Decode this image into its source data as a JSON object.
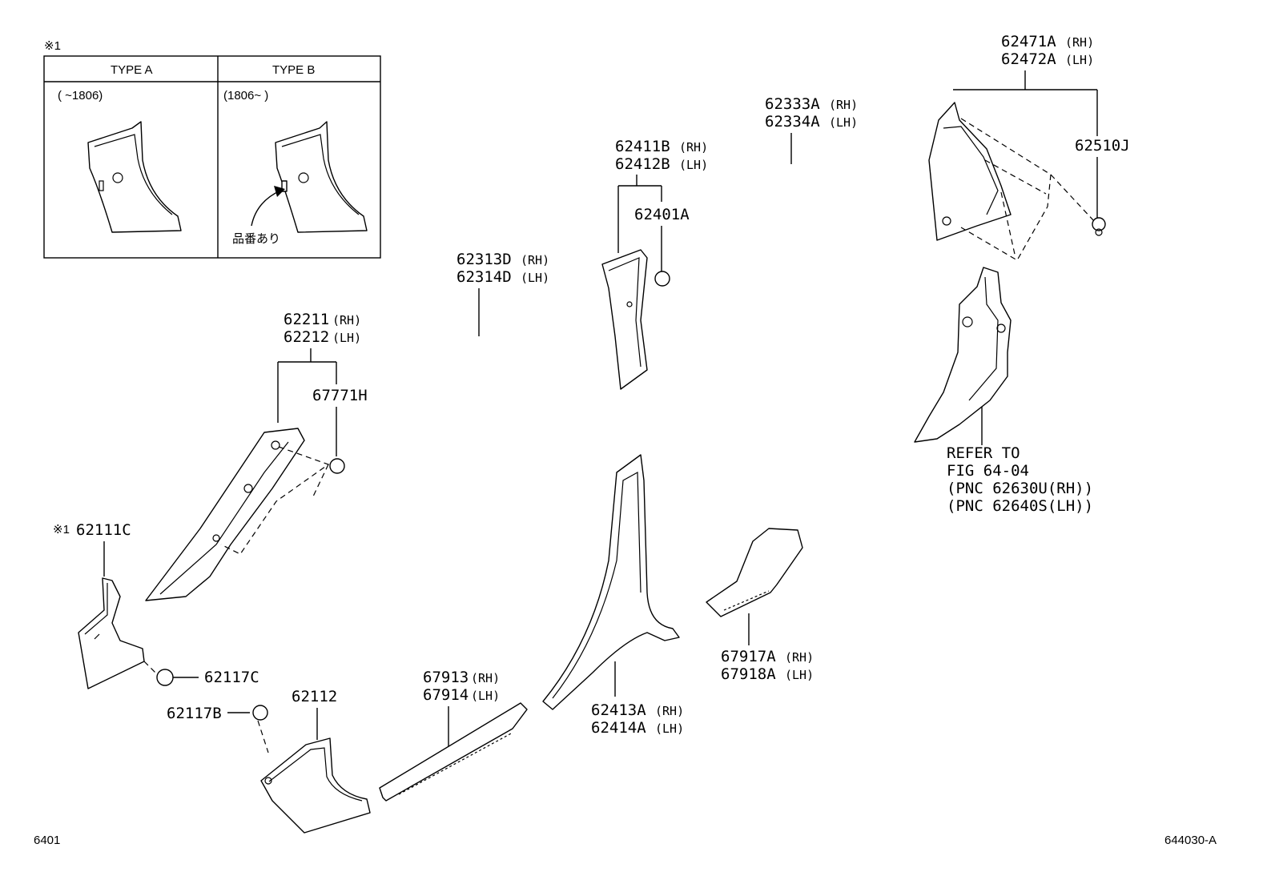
{
  "inset": {
    "marker": "※1",
    "col_a_header": "TYPE A",
    "col_b_header": "TYPE B",
    "col_a_range": "(    ~1806)",
    "col_b_range": "(1806~    )",
    "note_ja": "品番あり"
  },
  "parts": {
    "p62471A": "62471A",
    "p62472A": "62472A",
    "p62510J": "62510J",
    "p62333A": "62333A",
    "p62334A": "62334A",
    "p62411B": "62411B",
    "p62412B": "62412B",
    "p62401A": "62401A",
    "p62313D": "62313D",
    "p62314D": "62314D",
    "p62211": "62211",
    "p62212": "62212",
    "p67771H": "67771H",
    "p62111C": "62111C",
    "p62111C_marker": "※1",
    "p62117C": "62117C",
    "p62117B": "62117B",
    "p62112": "62112",
    "p67913": "67913",
    "p67914": "67914",
    "p62413A": "62413A",
    "p62414A": "62414A",
    "p67917A": "67917A",
    "p67918A": "67918A"
  },
  "side": {
    "rh": "(RH)",
    "lh": "(LH)"
  },
  "refer": {
    "line1": "REFER TO",
    "line2": "FIG 64-04",
    "line3": "(PNC 62630U(RH))",
    "line4": "(PNC 62640S(LH))"
  },
  "footer": {
    "left_code": "6401",
    "right_code": "644030-A"
  }
}
